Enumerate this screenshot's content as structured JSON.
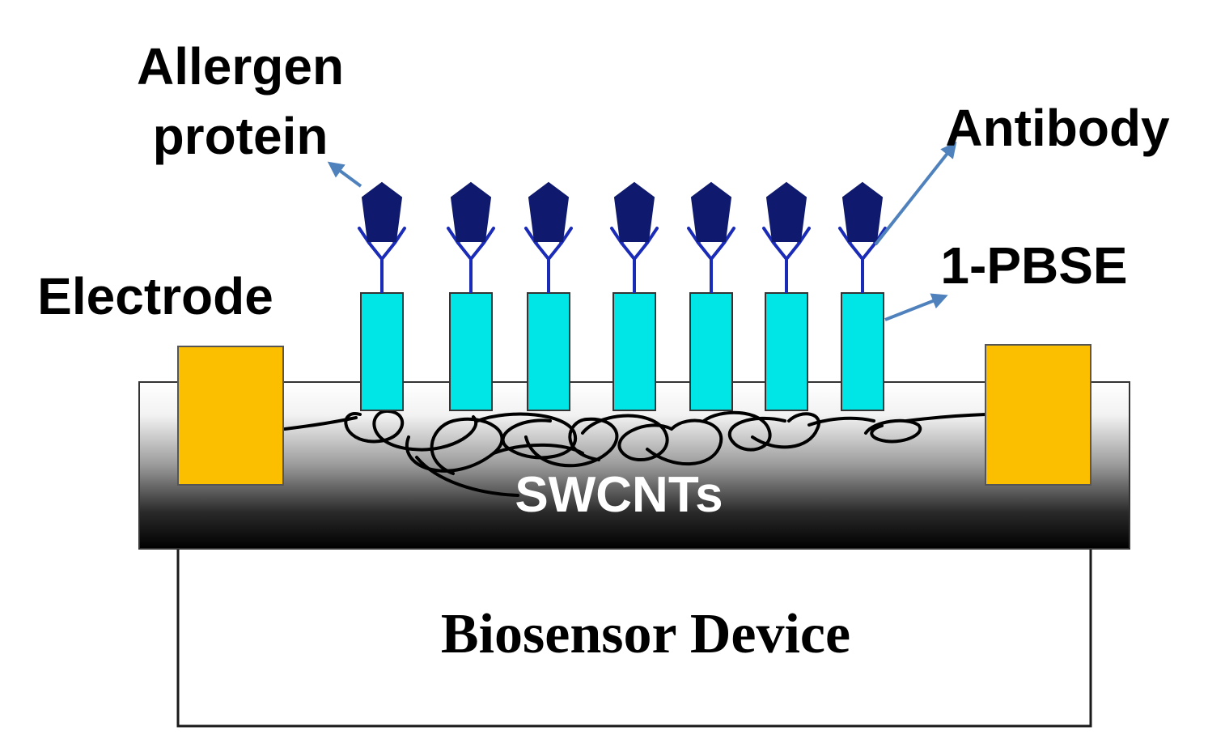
{
  "labels": {
    "allergen_line1": "Allergen",
    "allergen_line2": "protein",
    "antibody": "Antibody",
    "pbse": "1-PBSE",
    "electrode": "Electrode",
    "swcnts": "SWCNTs",
    "device": "Biosensor Device"
  },
  "colors": {
    "electrode": "#FBBF00",
    "linker": "#00E5E5",
    "antibody": "#1A2BB8",
    "allergen": "#0F1A6E",
    "arrow": "#4F81BD",
    "substrate_dark": "#000000",
    "substrate_light": "#FFFFFF"
  },
  "icons": [
    "allergen-pentagon-icon",
    "antibody-y-icon",
    "arrow-icon"
  ]
}
